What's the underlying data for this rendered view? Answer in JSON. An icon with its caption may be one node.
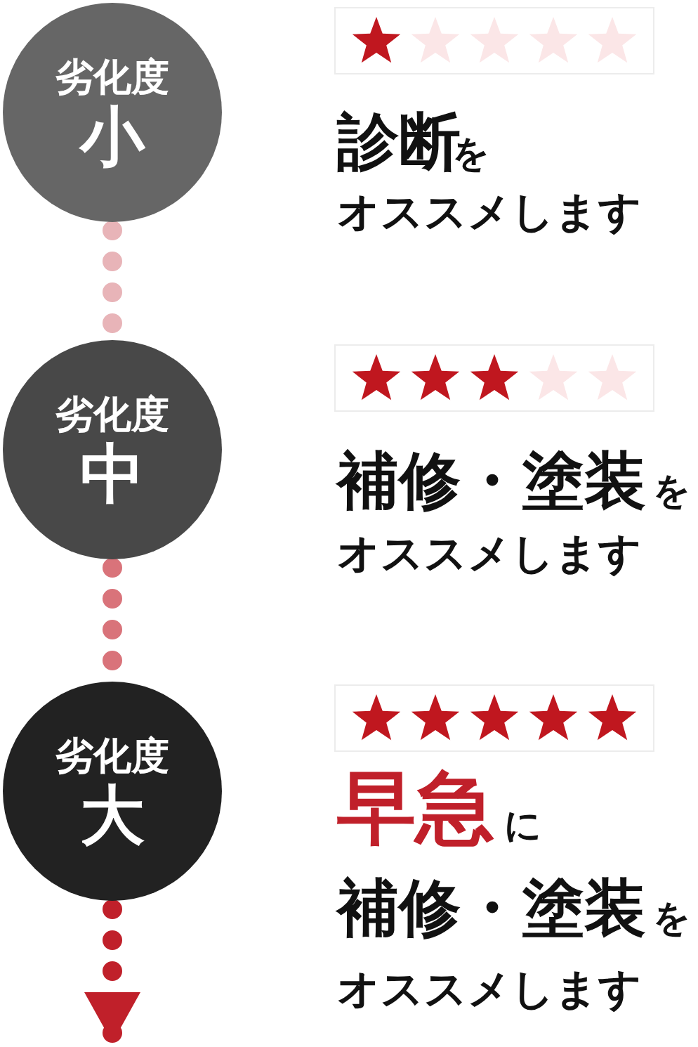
{
  "diagram": {
    "nodes": [
      {
        "text": [
          "劣化度",
          "小"
        ]
      },
      {
        "text": [
          "劣化度",
          "中"
        ]
      },
      {
        "text": [
          "劣化度",
          "大"
        ]
      }
    ],
    "edges": [
      {
        "from": 0,
        "to": 1,
        "arrow": "none",
        "color": "#e8b4b8"
      },
      {
        "from": 1,
        "to": 2,
        "arrow": "none",
        "color": "#d9737a"
      },
      {
        "from": 2,
        "to": null,
        "arrow": "to",
        "color": "#c0202a"
      }
    ],
    "labels": [
      "診断",
      "を",
      "オススメします",
      "補修・塗装",
      "を",
      "オススメします",
      "早急",
      "に",
      "補修・塗装",
      "を",
      "オススメします"
    ]
  }
}
